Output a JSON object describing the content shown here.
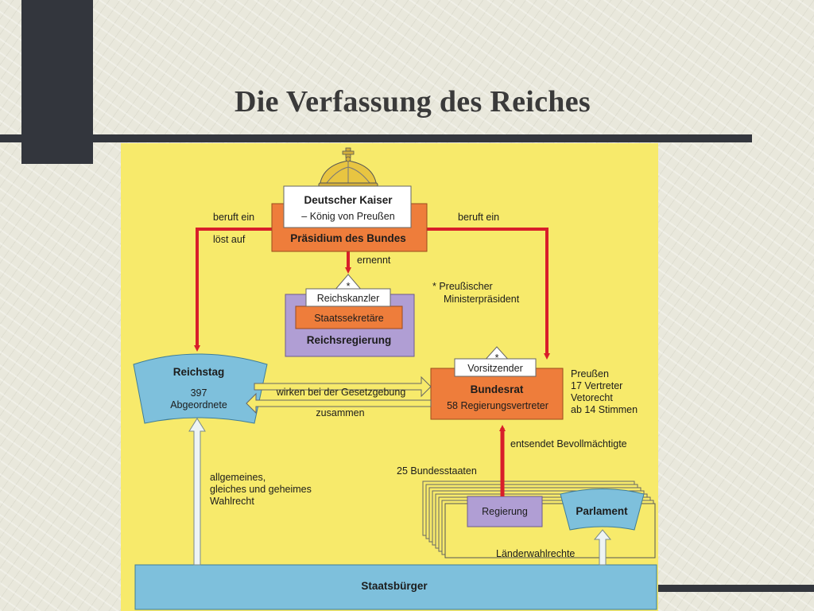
{
  "slide": {
    "title": "Die Verfassung des Reiches"
  },
  "colors": {
    "panel": "#f7ea6b",
    "orange": "#ee7d3b",
    "purple": "#b09ed4",
    "blue": "#7ec0dc",
    "red_arrow": "#d81e2a",
    "yellow_arrow": "#f7ea6b"
  },
  "diagram": {
    "kaiser": {
      "title": "Deutscher Kaiser",
      "subtitle": "– König von Preußen"
    },
    "praesidium": "Präsidium des Bundes",
    "left_arrow": {
      "label1": "beruft ein",
      "label2": "löst auf"
    },
    "right_arrow": {
      "label": "beruft ein"
    },
    "ernennt": "ernennt",
    "star": "*",
    "footnote": {
      "line1": "* Preußischer",
      "line2": "Ministerpräsident"
    },
    "reichsregierung": {
      "kanzler": "Reichskanzler",
      "sekretaere": "Staatssekretäre",
      "title": "Reichsregierung"
    },
    "reichstag": {
      "title": "Reichstag",
      "count": "397",
      "members": "Abgeordnete"
    },
    "bundesrat": {
      "vorsitzender": "Vorsitzender",
      "title": "Bundesrat",
      "members": "58 Regierungsvertreter"
    },
    "preussen_note": {
      "line1": "Preußen",
      "line2": "17 Vertreter",
      "line3": "Vetorecht",
      "line4": "ab 14 Stimmen"
    },
    "cooperation": {
      "line1": "wirken bei der Gesetzgebung",
      "line2": "zusammen"
    },
    "entsendet": "entsendet Bevollmächtigte",
    "wahlrecht": {
      "line1": "allgemeines,",
      "line2": "gleiches und geheimes",
      "line3": "Wahlrecht"
    },
    "bundesstaaten": {
      "label": "25 Bundesstaaten",
      "regierung": "Regierung",
      "parlament": "Parlament"
    },
    "laenderwahlrechte": "Länderwahlrechte",
    "staatsbuerger": "Staatsbürger"
  }
}
